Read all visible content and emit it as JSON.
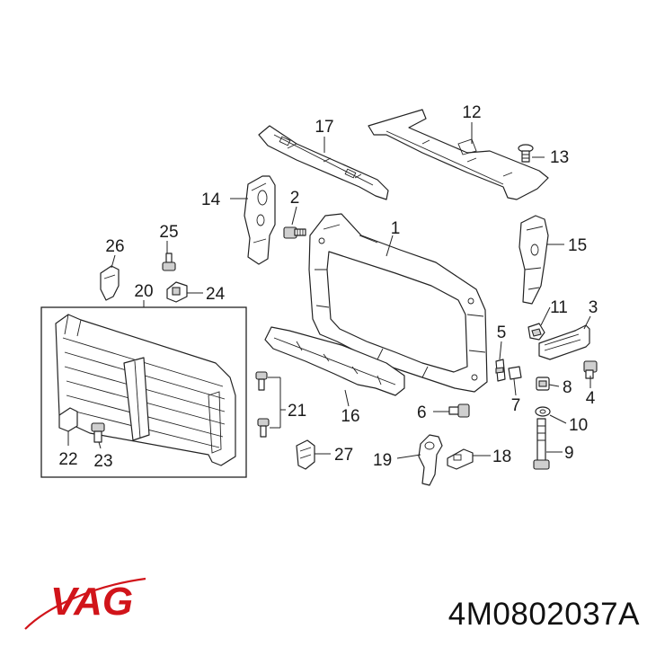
{
  "brand": {
    "logo_text": "VAG",
    "logo_color": "#d1141a"
  },
  "part_number": "4M0802037A",
  "callouts": {
    "c1": "1",
    "c2": "2",
    "c3": "3",
    "c4": "4",
    "c5": "5",
    "c6": "6",
    "c7": "7",
    "c8": "8",
    "c9": "9",
    "c10": "10",
    "c11": "11",
    "c12": "12",
    "c13": "13",
    "c14": "14",
    "c15": "15",
    "c16": "16",
    "c17": "17",
    "c18": "18",
    "c19": "19",
    "c20": "20",
    "c21": "21",
    "c22": "22",
    "c23": "23",
    "c24": "24",
    "c25": "25",
    "c26": "26",
    "c27": "27"
  },
  "colors": {
    "line": "#222222",
    "accent": "#d1141a"
  }
}
